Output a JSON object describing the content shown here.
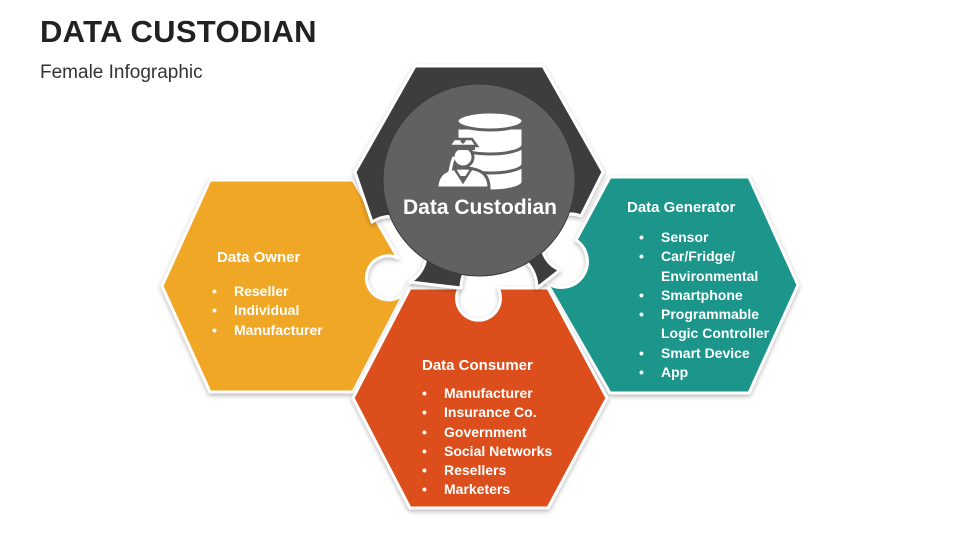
{
  "title": "DATA CUSTODIAN",
  "subtitle": "Female Infographic",
  "center": {
    "label": "Data Custodian",
    "icon": "female-custodian-database-icon",
    "color": "#3e3e3e",
    "inner_color": "#616161"
  },
  "owner": {
    "heading": "Data Owner",
    "color": "#f0a727",
    "items": [
      "Reseller",
      "Individual",
      "Manufacturer"
    ]
  },
  "consumer": {
    "heading": "Data Consumer",
    "color": "#dc4f1e",
    "items": [
      "Manufacturer",
      "Insurance Co.",
      "Government",
      "Social Networks",
      "Resellers",
      "Marketers"
    ]
  },
  "generator": {
    "heading": "Data Generator",
    "color": "#1c968b",
    "items": [
      "Sensor",
      "Car/Fridge/ Environmental",
      "Smartphone",
      "Programmable Logic Controller",
      "Smart Device",
      "App"
    ]
  }
}
